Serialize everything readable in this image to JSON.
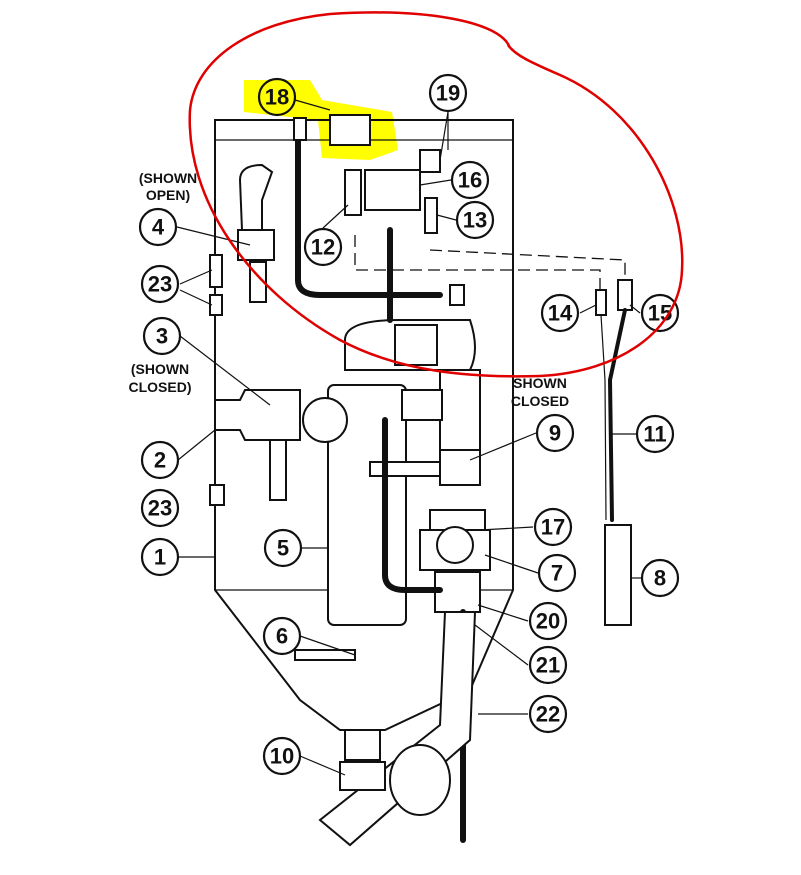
{
  "callouts": {
    "c18": "18",
    "c19": "19",
    "c16": "16",
    "c13": "13",
    "c12": "12",
    "c4": "4",
    "c23a": "23",
    "c3": "3",
    "c14": "14",
    "c15": "15",
    "c2": "2",
    "c9": "9",
    "c11": "11",
    "c23b": "23",
    "c17": "17",
    "c1": "1",
    "c5": "5",
    "c7": "7",
    "c8": "8",
    "c20": "20",
    "c6": "6",
    "c21": "21",
    "c22": "22",
    "c10": "10"
  },
  "notes": {
    "shown_open_l1": "(SHOWN",
    "shown_open_l2": "OPEN)",
    "shown_closed_left_l1": "(SHOWN",
    "shown_closed_left_l2": "CLOSED)",
    "shown_closed_right_l1": "SHOWN",
    "shown_closed_right_l2": "CLOSED"
  },
  "colors": {
    "highlight": "#ffff00",
    "annotation": "#e00000"
  }
}
